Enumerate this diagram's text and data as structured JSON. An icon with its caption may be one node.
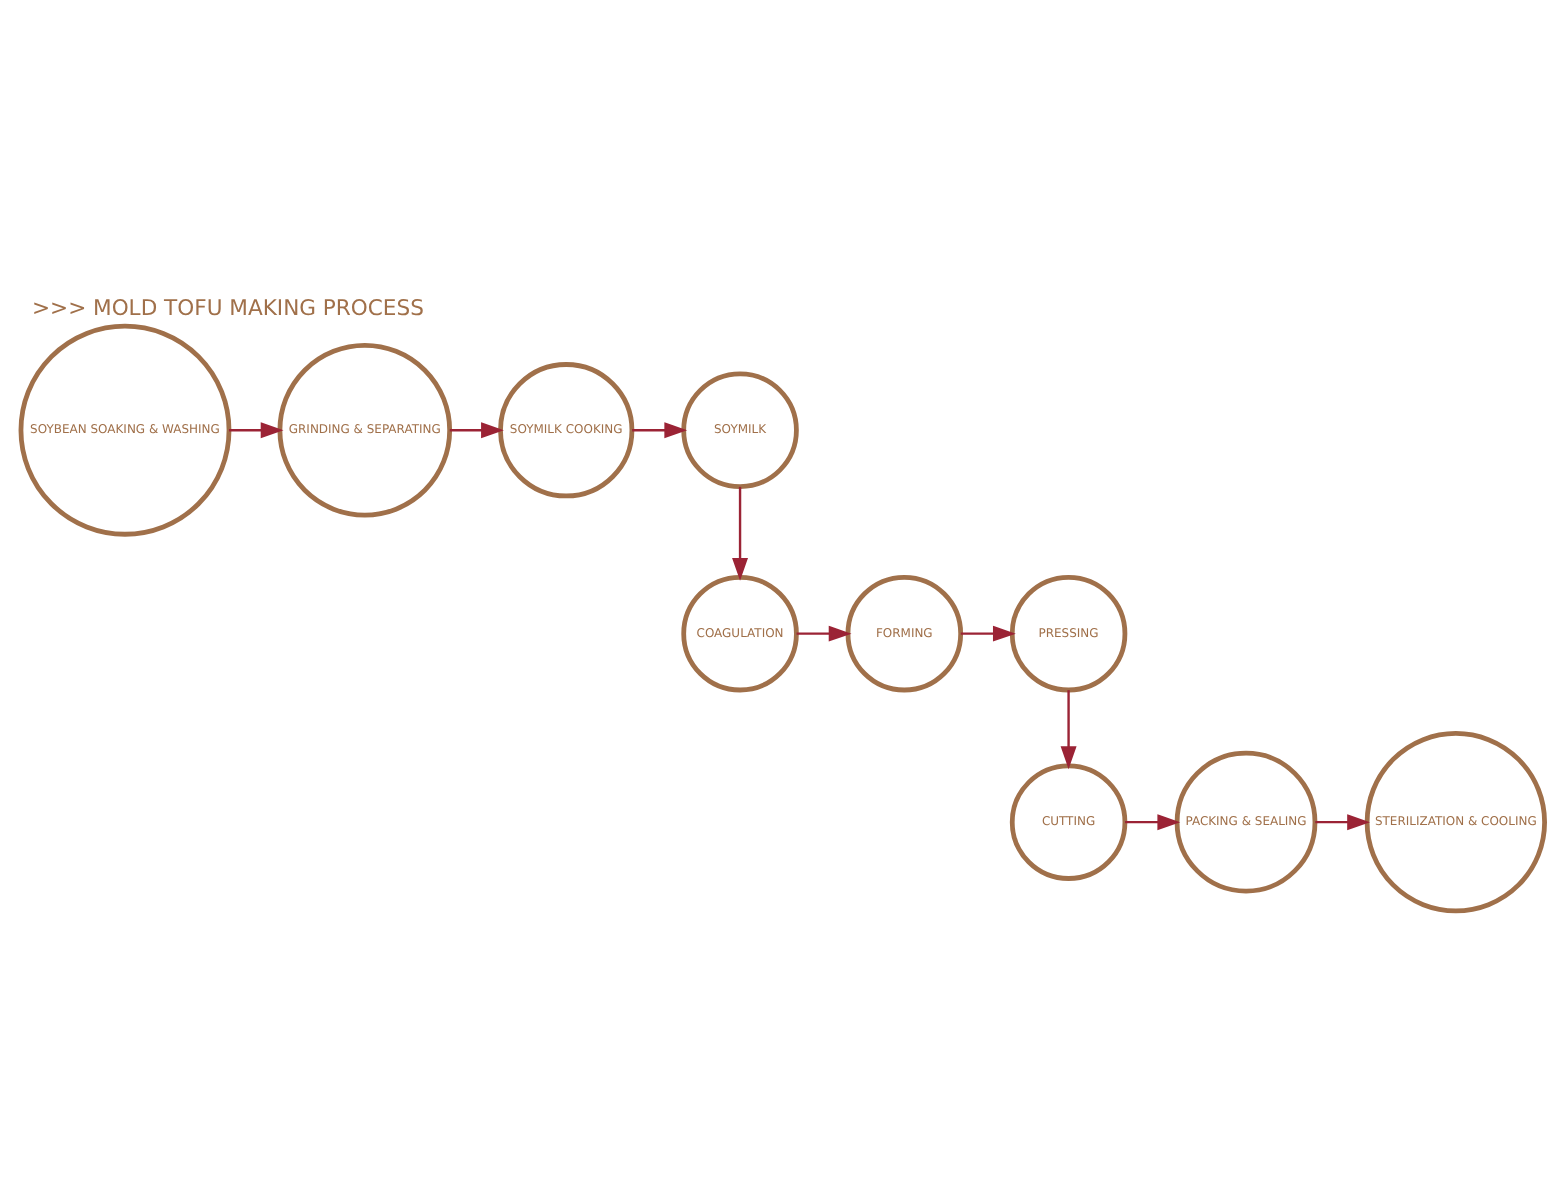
{
  "diagram": {
    "title": ">>> MOLD TOFU MAKING PROCESS",
    "nodes": [
      {
        "text": [
          "SOYBEAN SOAKING & WASHING"
        ]
      },
      {
        "text": [
          "GRINDING & SEPARATING"
        ]
      },
      {
        "text": [
          "SOYMILK COOKING"
        ]
      },
      {
        "text": [
          "SOYMILK"
        ]
      },
      {
        "text": [
          "COAGULATION"
        ]
      },
      {
        "text": [
          "FORMING"
        ]
      },
      {
        "text": [
          "PRESSING"
        ]
      },
      {
        "text": [
          "CUTTING"
        ]
      },
      {
        "text": [
          "PACKING & SEALING"
        ]
      },
      {
        "text": [
          "STERILIZATION & COOLING"
        ]
      }
    ],
    "edges": [
      {
        "from": 0,
        "to": 1,
        "arrow": "to"
      },
      {
        "from": 1,
        "to": 2,
        "arrow": "to"
      },
      {
        "from": 2,
        "to": 3,
        "arrow": "to"
      },
      {
        "from": 3,
        "to": 4,
        "arrow": "to"
      },
      {
        "from": 4,
        "to": 5,
        "arrow": "to"
      },
      {
        "from": 5,
        "to": 6,
        "arrow": "to"
      },
      {
        "from": 6,
        "to": 7,
        "arrow": "to"
      },
      {
        "from": 7,
        "to": 8,
        "arrow": "to"
      },
      {
        "from": 8,
        "to": 9,
        "arrow": "to"
      }
    ]
  }
}
